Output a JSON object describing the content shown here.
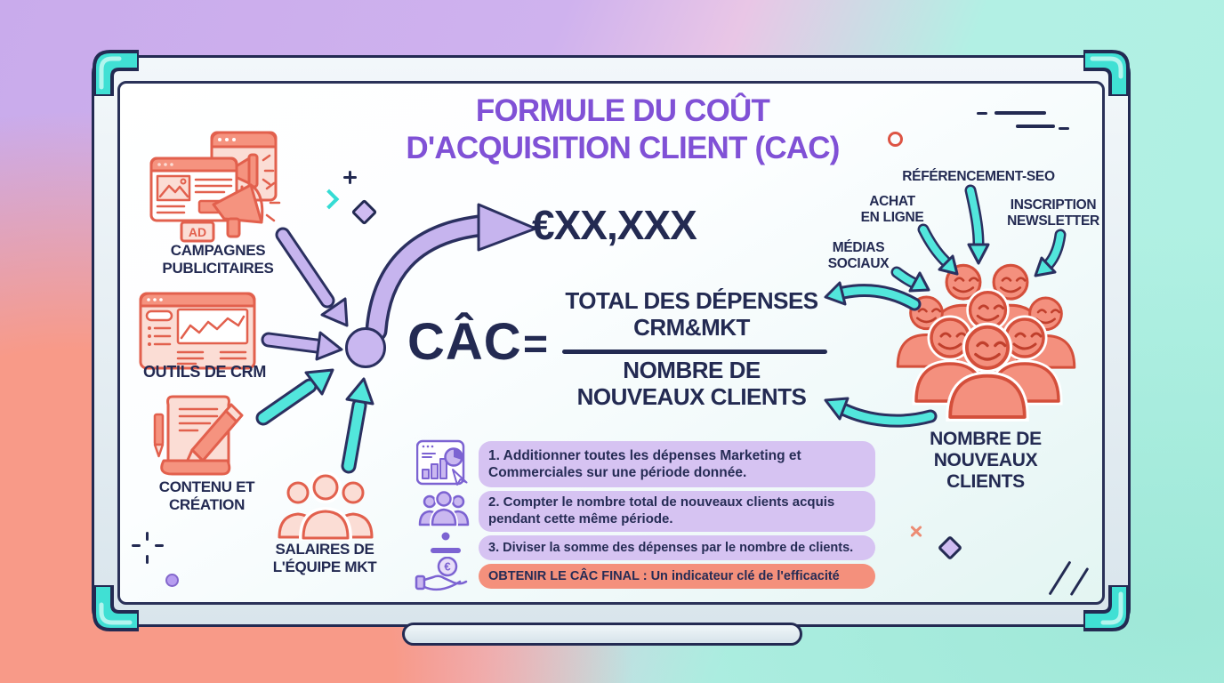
{
  "poster": {
    "title_line1": "FORMULE DU COÛT",
    "title_line2": "D'ACQUISITION CLIENT (CAC)",
    "result_value": "€XX,XXX",
    "formula": {
      "lhs": "CÂC",
      "equals_sign": "=",
      "numerator_line1": "TOTAL DES DÉPENSES",
      "numerator_line2": "CRM&MKT",
      "denominator_line1": "NOMBRE DE",
      "denominator_line2": "NOUVEAUX CLIENTS"
    },
    "cost_sources": [
      {
        "id": "campagnes",
        "line1": "CAMPAGNES",
        "line2": "PUBLICITAIRES",
        "ad_badge": "AD"
      },
      {
        "id": "crm",
        "line1": "OUTILS DE CRM",
        "line2": ""
      },
      {
        "id": "contenu",
        "line1": "CONTENU ET",
        "line2": "CRÉATION"
      },
      {
        "id": "salaires",
        "line1": "SALAIRES DE",
        "line2": "L'ÉQUIPE MKT"
      }
    ],
    "channels": [
      {
        "id": "seo",
        "line1": "RÉFÉRENCEMENT-SEO",
        "line2": ""
      },
      {
        "id": "achat",
        "line1": "ACHAT",
        "line2": "EN LIGNE"
      },
      {
        "id": "newsletter",
        "line1": "INSCRIPTION",
        "line2": "NEWSLETTER"
      },
      {
        "id": "medias",
        "line1": "MÉDIAS",
        "line2": "SOCIAUX"
      }
    ],
    "clients_label_line1": "NOMBRE DE",
    "clients_label_line2": "NOUVEAUX",
    "clients_label_line3": "CLIENTS",
    "steps": [
      {
        "text": "1. Additionner toutes les dépenses Marketing et Commerciales sur une période donnée."
      },
      {
        "text": "2. Compter le nombre total de nouveaux clients acquis pendant cette même période."
      },
      {
        "text": "3. Diviser la somme des dépenses par le nombre de clients."
      },
      {
        "text": "OBTENIR LE CÂC FINAL : Un indicateur clé de l'efficacité"
      }
    ],
    "euro_symbol": "€"
  },
  "colors": {
    "title_purple": "#8051d6",
    "navy": "#232a52",
    "salmon_icon": "#ee6a57",
    "cyan_arrow": "#52e6dc",
    "purple_arrow": "#c6b4ee",
    "step_box_purple": "#d6c3f2",
    "step_box_salmon": "#f4907c",
    "corner_teal": "#40e0d4"
  }
}
